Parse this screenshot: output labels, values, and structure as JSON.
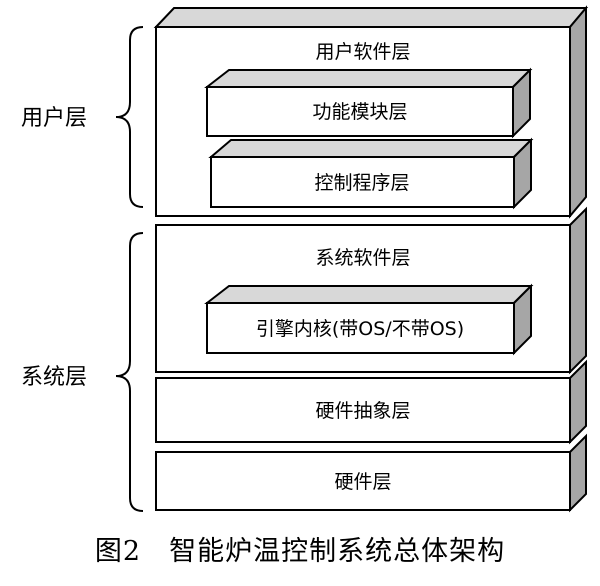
{
  "groups": [
    {
      "label": "用户层"
    },
    {
      "label": "系统层"
    }
  ],
  "layers": {
    "user_software": {
      "label": "用户软件层"
    },
    "function_module": {
      "label": "功能模块层"
    },
    "control_program": {
      "label": "控制程序层"
    },
    "system_software": {
      "label": "系统软件层"
    },
    "engine_kernel": {
      "label": "引擎内核(带OS/不带OS)"
    },
    "hardware_abstraction": {
      "label": "硬件抽象层"
    },
    "hardware": {
      "label": "硬件层"
    }
  },
  "caption": "图2　智能炉温控制系统总体架构",
  "colors": {
    "face": "#ffffff",
    "top": "#d8d8d8",
    "side": "#a6a6a6",
    "stroke": "#000000"
  }
}
